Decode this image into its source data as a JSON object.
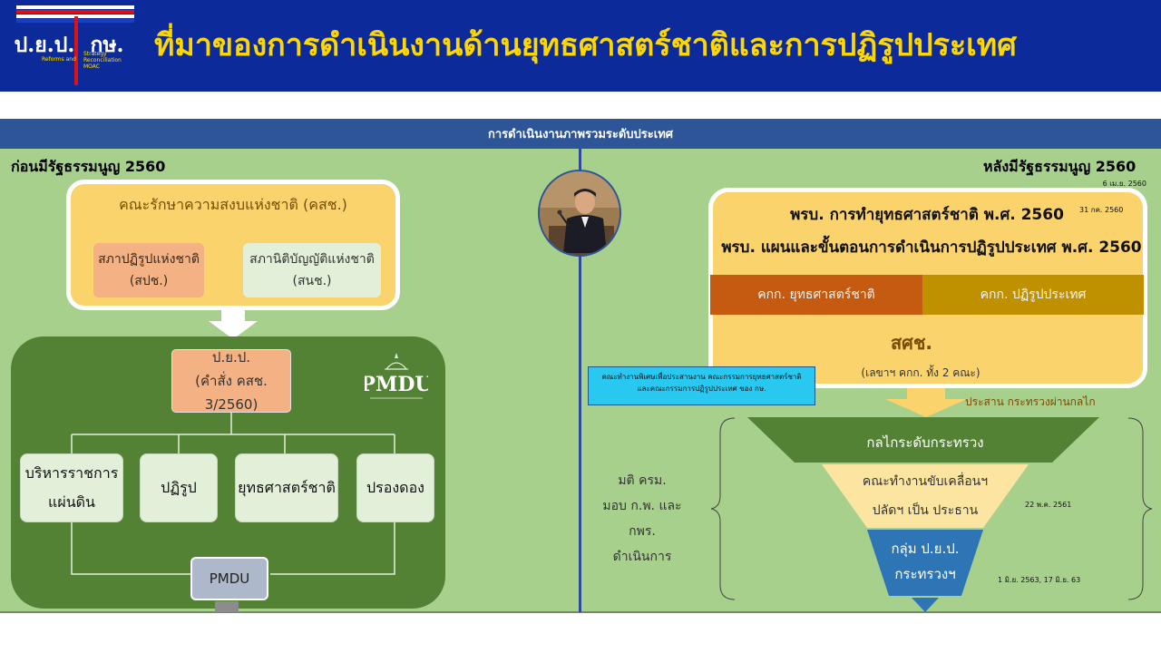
{
  "header": {
    "title": "ที่มาของการดำเนินงานด้านยุทธศาสตร์ชาติและการปฏิรูปประเทศ",
    "logo_left": "ป.ย.ป.",
    "logo_right": "กษ.",
    "logo_sub_left": "Reforms and",
    "logo_sub_right": "Strategy Reconciliation MOAC"
  },
  "panel": {
    "title": "การดำเนินงานภาพรวมระดับประเทศ"
  },
  "left": {
    "section_title": "ก่อนมีรัฐธรรมนูญ 2560",
    "nscp": "คณะรักษาความสงบแห่งชาติ (คสช.)",
    "nrc_line1": "สภาปฏิรูปแห่งชาติ",
    "nrc_line2": "(สปช.)",
    "nla_line1": "สภานิติบัญญัติแห่งชาติ",
    "nla_line2": "(สนช.)",
    "pyp_line1": "ป.ย.ป.",
    "pyp_line2": "(คำสั่ง คสช. 3/2560)",
    "pmdu_logo": "PMDU",
    "leaves": [
      {
        "line1": "บริหารราชการ",
        "line2": "แผ่นดิน"
      },
      {
        "line1": "ปฏิรูป",
        "line2": ""
      },
      {
        "line1": "ยุทธศาสตร์ชาติ",
        "line2": ""
      },
      {
        "line1": "ปรองดอง",
        "line2": ""
      }
    ],
    "pmdu": "PMDU"
  },
  "right": {
    "section_title": "หลังมีรัฐธรรมนูญ 2560",
    "date_top": "6 เม.ย. 2560",
    "law1": "พรบ. การทำยุทธศาสตร์ชาติ พ.ศ. 2560",
    "law1_date": "31 กค. 2560",
    "law2": "พรบ. แผนและขั้นตอนการดำเนินการปฏิรูปประเทศ พ.ศ. 2560",
    "committee1": "คกก. ยุทธศาสตร์ชาติ",
    "committee2": "คกก. ปฏิรูปประเทศ",
    "ossh": "สศช.",
    "ossh_sub": "(เลขาฯ คกก. ทั้ง 2 คณะ)",
    "note": "คณะทำงานพิเศษเพื่อประสานงาน คณะกรรมการยุทธศาสตร์ชาติและคณะกรรมการปฏิรูปประเทศ ของ กษ.",
    "coord": "ประสาน กระทรวงผ่านกลไก",
    "funnel1": "กลไกระดับกระทรวง",
    "funnel2_line1": "คณะทำงานขับเคลื่อนฯ",
    "funnel2_line2": "ปลัดฯ เป็น ประธาน",
    "funnel2_date": "22 พ.ค. 2561",
    "funnel3_line1": "กลุ่ม ป.ย.ป.",
    "funnel3_line2": "กระทรวงฯ",
    "funnel3_date": "1 มิ.ย. 2563, 17 มิ.ย. 63",
    "cab_line1": "มติ ครม.",
    "cab_line2": "มอบ ก.พ. และ กพร.",
    "cab_line3": "ดำเนินการ"
  },
  "colors": {
    "header_bg": "#0c2a9a",
    "title_yellow": "#ffd700",
    "panel_green": "#a8d08d",
    "dark_green": "#548235",
    "panel_bar": "#2e5597",
    "box_yellow": "#fbd36c",
    "orange": "#c55a11",
    "gold": "#bf9000",
    "funnel_blue": "#2e75b6",
    "note_cyan": "#28c8f0"
  }
}
